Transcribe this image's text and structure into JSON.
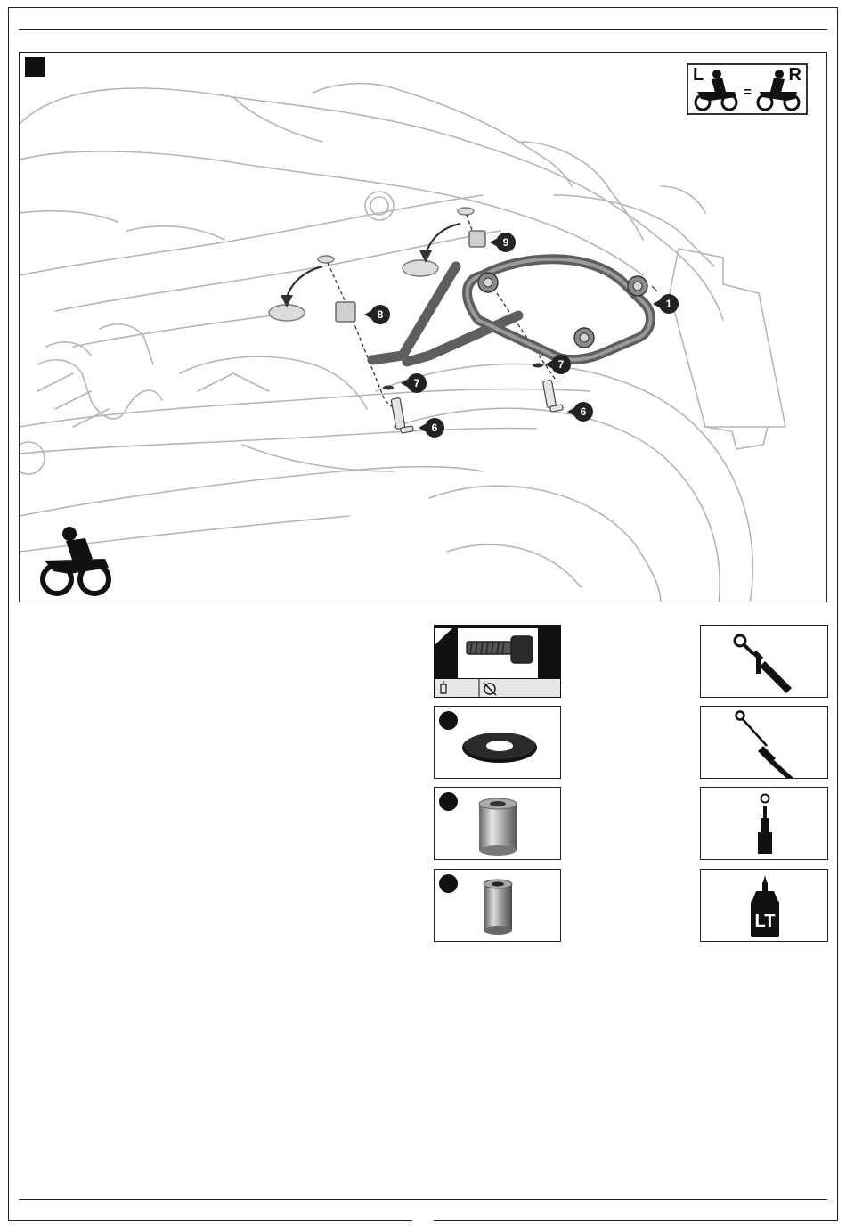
{
  "page": {
    "footer_text": ""
  },
  "illustration": {
    "step_number": "",
    "lr_badge": {
      "left": "L",
      "equals": "=",
      "right": "R"
    },
    "callouts": [
      "1",
      "9",
      "8",
      "7",
      "7",
      "6",
      "6"
    ]
  },
  "hardware": [
    {
      "name": "screw",
      "number": "",
      "tool_icon": "hex-key-icon",
      "torque_icon": "torque-icon"
    },
    {
      "name": "washer",
      "number": ""
    },
    {
      "name": "spacer-long",
      "number": ""
    },
    {
      "name": "spacer-short",
      "number": ""
    }
  ],
  "tools": [
    "ratchet-screwdriver-icon",
    "torque-wrench-icon",
    "hex-socket-icon",
    "threadlocker-icon"
  ],
  "tools_text": {
    "threadlocker_label": "LT"
  },
  "colors": {
    "line": "#222222",
    "sketch": "#b8b8b8",
    "part": "#7a7a7a"
  }
}
